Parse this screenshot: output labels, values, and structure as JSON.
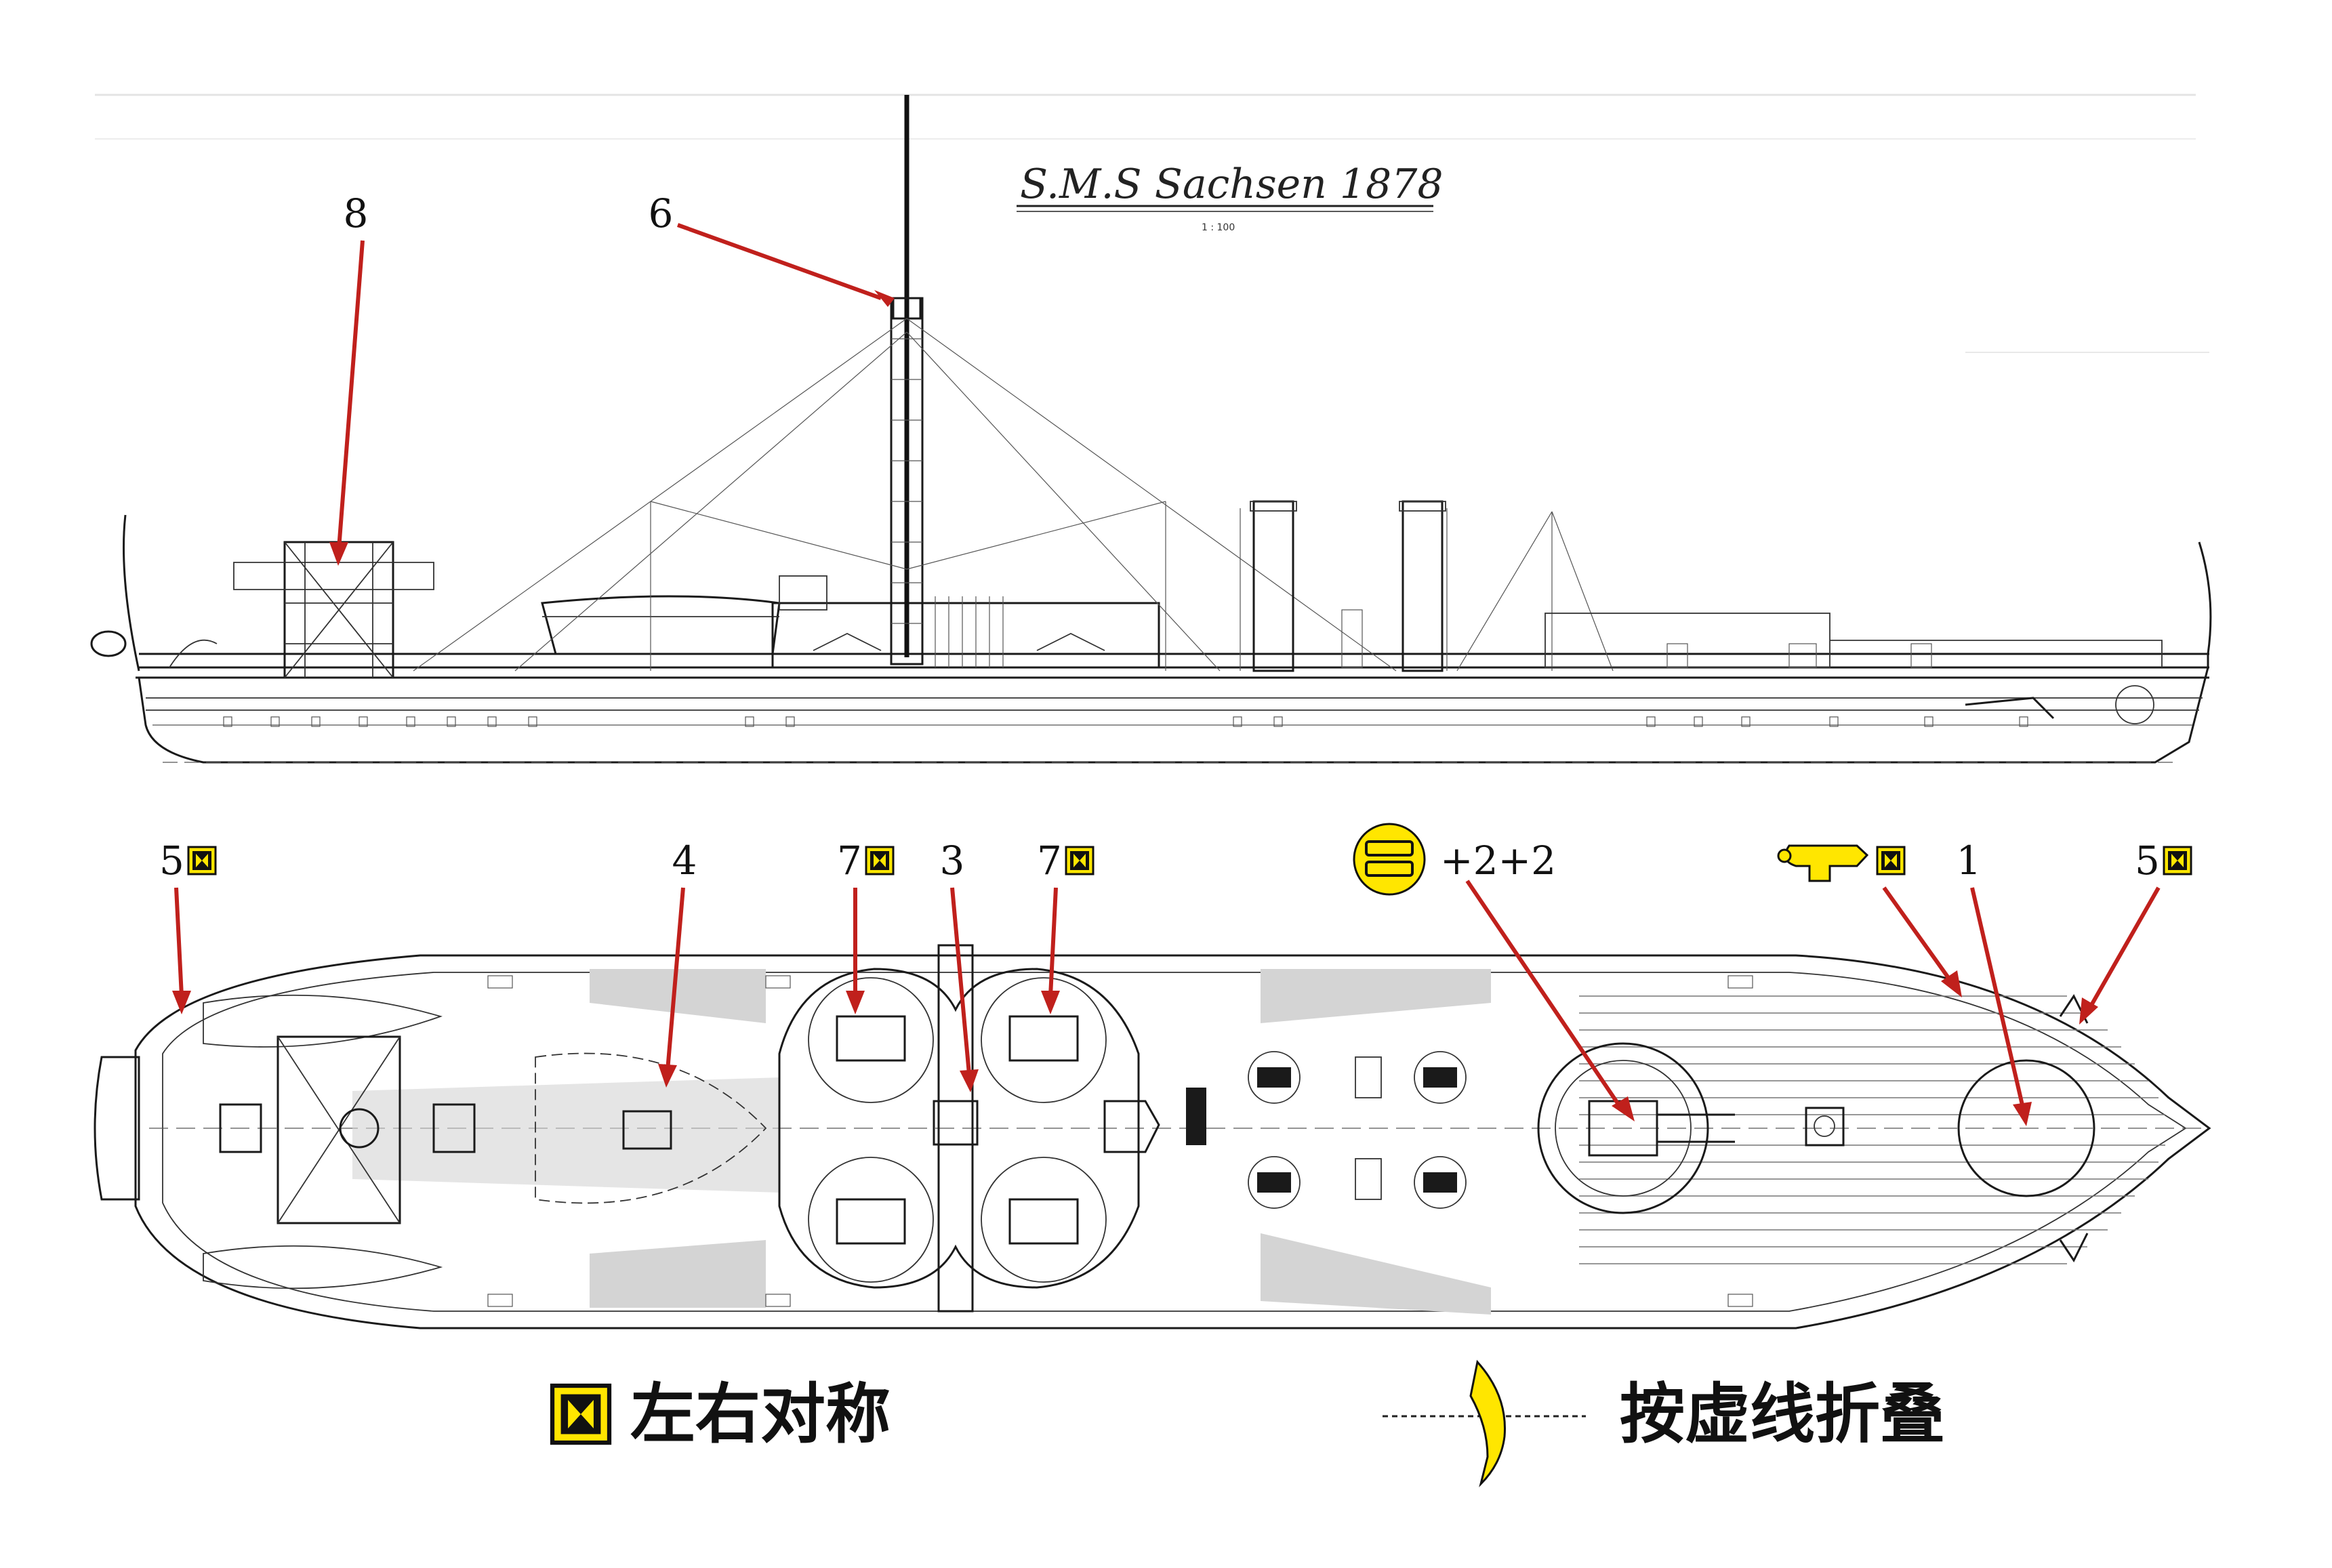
{
  "title": "S.M.S Sachsen 1878",
  "scale": "1 : 100",
  "colors": {
    "callout": "#c0201c",
    "marker": "#ffe600",
    "ink": "#1a1a1a"
  },
  "side_labels": {
    "l8": "8",
    "l6": "6"
  },
  "plan_labels": {
    "l5_left": "5",
    "l4": "4",
    "l7_left": "7",
    "l3": "3",
    "l7_right": "7",
    "plus": "+2+2",
    "l1": "1",
    "l5_right": "5"
  },
  "icons": {
    "mirror": "mirror-symmetric-icon",
    "hatch_cover": "hatch-cover-icon",
    "anchor": "anchor-icon",
    "fold": "fold-arrow-icon"
  },
  "legend": {
    "mirror_text": "左右对称",
    "fold_text": "按虚线折叠"
  }
}
